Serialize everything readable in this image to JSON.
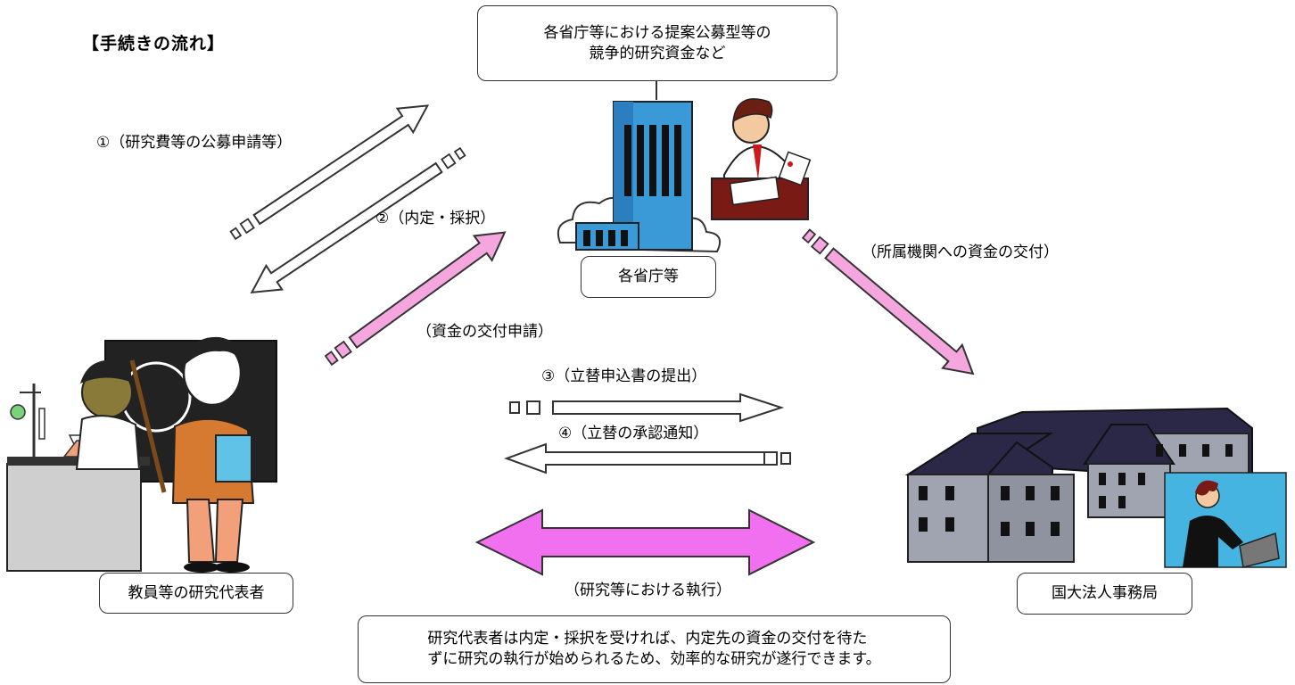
{
  "title": "【手続きの流れ】",
  "nodes": {
    "top_box": {
      "line1": "各省庁等における提案公募型等の",
      "line2": "競争的研究資金など"
    },
    "ministry": "各省庁等",
    "researcher": "教員等の研究代表者",
    "office": "国大法人事務局"
  },
  "flows": {
    "apply": "①（研究費等の公募申請等）",
    "decision": "②（内定・採択）",
    "grant_request": "（資金の交付申請）",
    "grant_delivery": "（所属機関への資金の交付）",
    "advance_submit": "③（立替申込書の提出）",
    "advance_approve": "④（立替の承認通知）",
    "execution": "（研究等における執行）"
  },
  "note": {
    "line1": "研究代表者は内定・採択を受ければ、内定先の資金の交付を待た",
    "line2": "ずに研究の執行が始められるため、効率的な研究が遂行できます。"
  },
  "colors": {
    "pink_arrow": "#f6a6de",
    "magenta_arrow": "#f070f0",
    "building_blue": "#3a9ad8",
    "roof_navy": "#2b2747",
    "wall_gray": "#a0a4b0",
    "board_dark": "#222222",
    "coat_orange": "#d67a32"
  }
}
